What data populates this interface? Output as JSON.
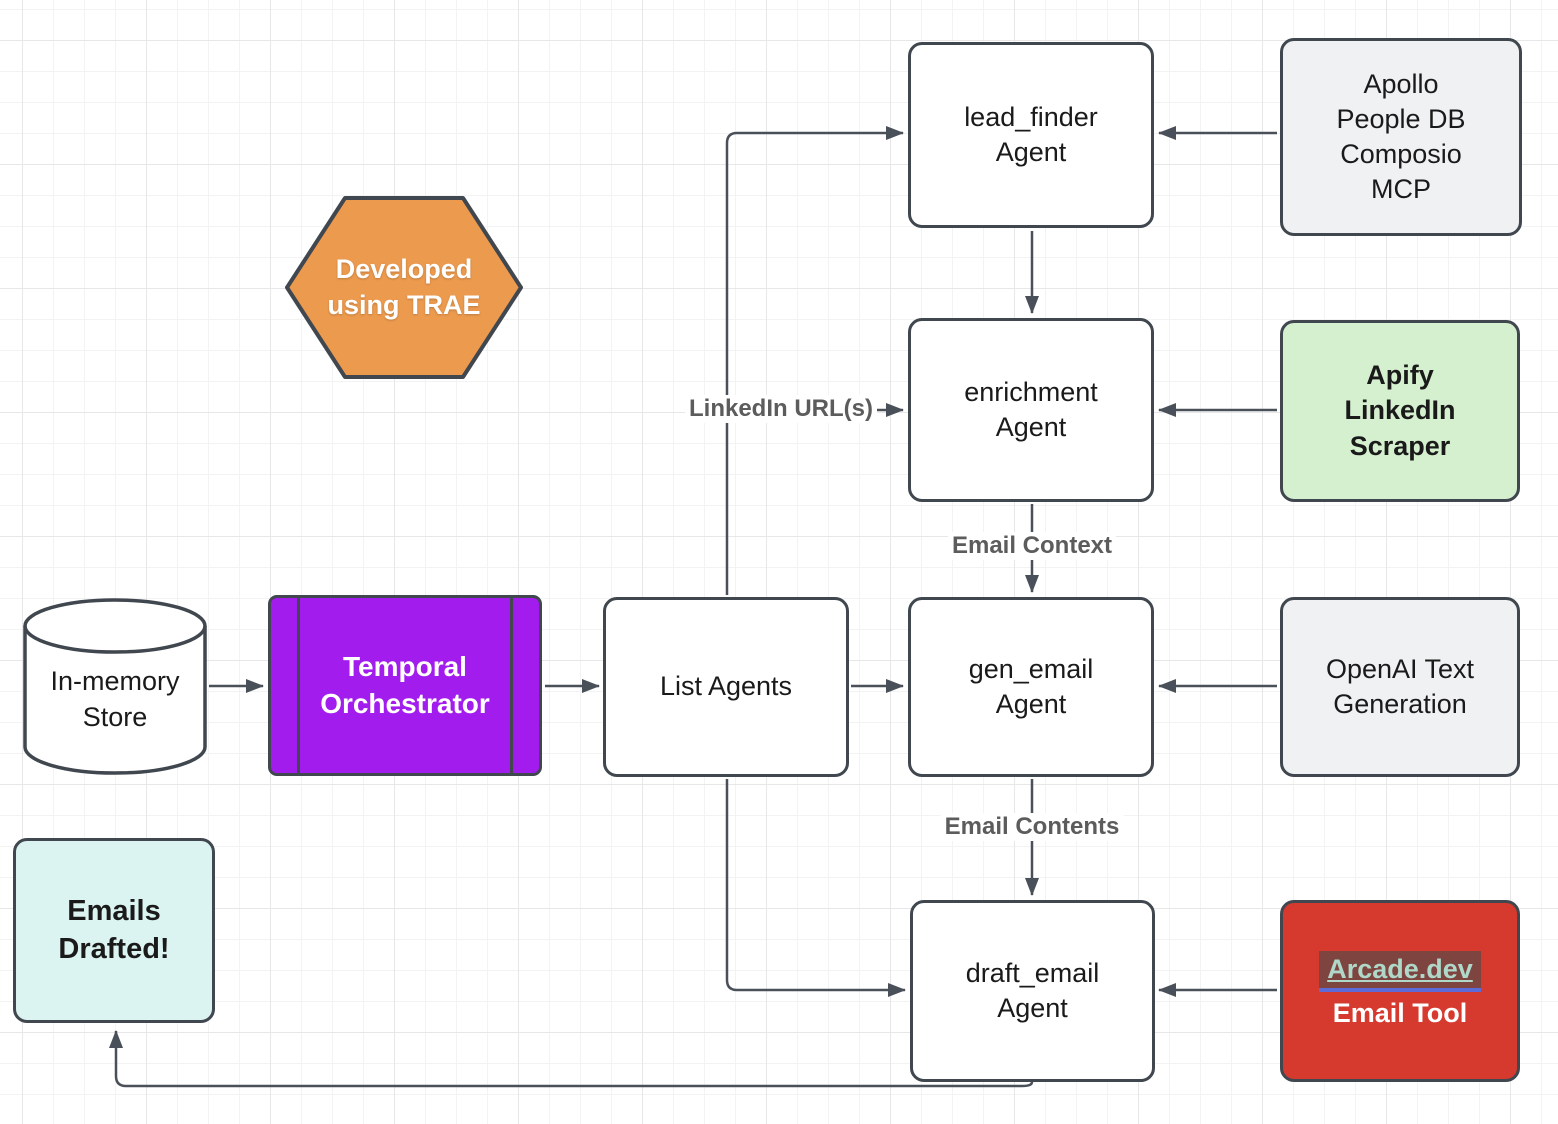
{
  "colors": {
    "stroke": "#40474F",
    "connector": "#4A5059",
    "node_fill": "#FFFFFF",
    "gray_fill": "#EFF1F3",
    "green_fill": "#D4F0CE",
    "cyan_fill": "#DCF4F1",
    "red_fill": "#D6392D",
    "purple_fill": "#A31CEE",
    "orange_fill": "#EC9A4E",
    "text_dark": "#1A1A1A",
    "text_light": "#FFFFFF",
    "label_gray": "#5C5C5C",
    "link_text": "#AFD8C8",
    "link_highlight": "#7E4540",
    "link_underline": "#5C6BD8"
  },
  "nodes": {
    "trae_badge": {
      "label": "Developed\nusing TRAE"
    },
    "in_memory_store": {
      "label": "In-memory\nStore"
    },
    "temporal": {
      "label": "Temporal\nOrchestrator"
    },
    "list_agents": {
      "label": "List Agents"
    },
    "lead_finder": {
      "label": "lead_finder\nAgent"
    },
    "apollo": {
      "label": "Apollo\nPeople DB\nComposio\nMCP"
    },
    "enrichment": {
      "label": "enrichment\nAgent"
    },
    "apify": {
      "label": "Apify\nLinkedIn\nScraper"
    },
    "gen_email": {
      "label": "gen_email\nAgent"
    },
    "openai": {
      "label": "OpenAI Text\nGeneration"
    },
    "draft_email": {
      "label": "draft_email\nAgent"
    },
    "arcade": {
      "link_label": "Arcade.dev",
      "sublabel": "Email Tool"
    },
    "emails_drafted": {
      "label": "Emails\nDrafted!"
    }
  },
  "edge_labels": {
    "linkedin_urls": "LinkedIn URL(s)",
    "email_context": "Email Context",
    "email_contents": "Email Contents"
  }
}
